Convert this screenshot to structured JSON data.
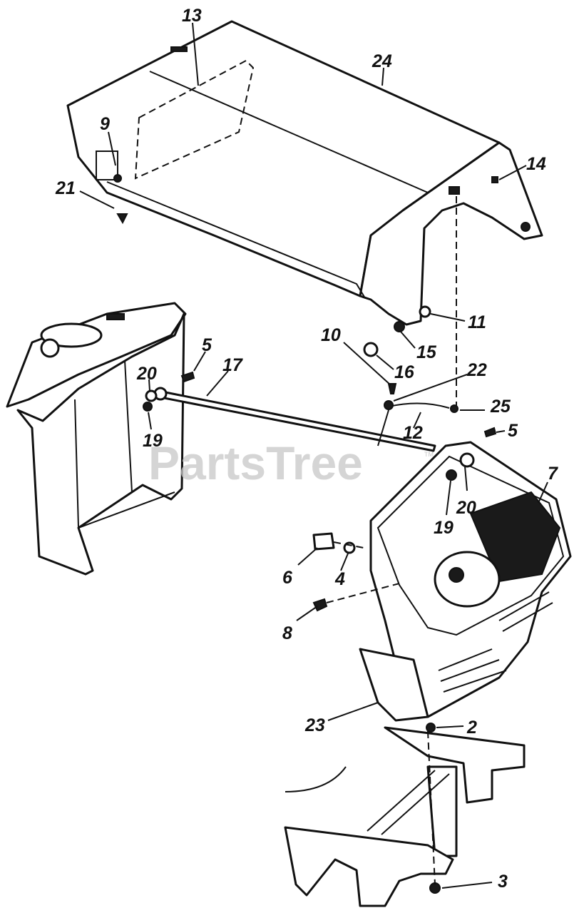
{
  "diagram": {
    "callouts": [
      "13",
      "24",
      "9",
      "21",
      "14",
      "11",
      "10",
      "15",
      "16",
      "22",
      "5",
      "17",
      "20",
      "19",
      "25",
      "12",
      "5",
      "7",
      "20",
      "19",
      "6",
      "4",
      "8",
      "23",
      "2",
      "3"
    ]
  },
  "watermark": {
    "text": "PartsTree",
    "trademark": "TM"
  }
}
